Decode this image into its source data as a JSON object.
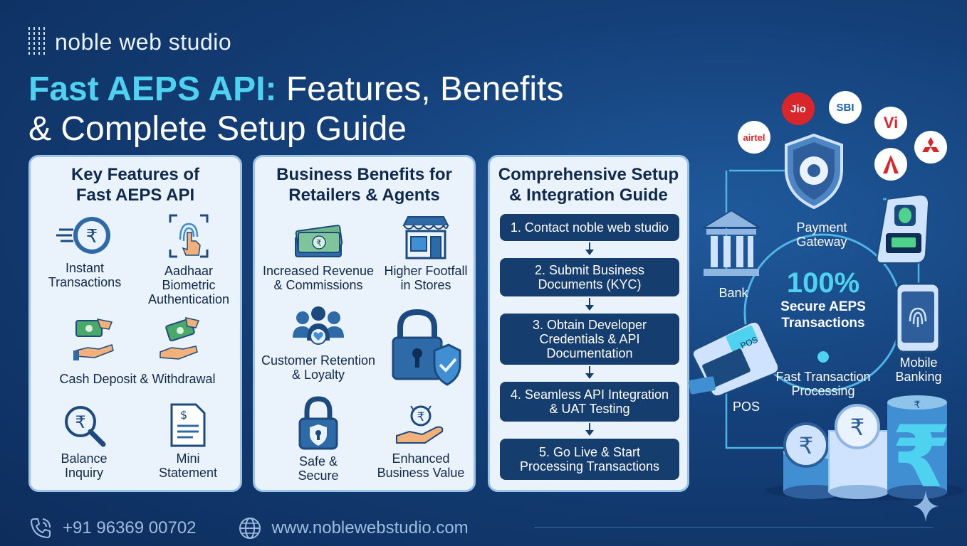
{
  "brand": {
    "name": "noble web studio"
  },
  "title": {
    "highlight": "Fast AEPS API:",
    "rest_line1": " Features, Benefits",
    "line2": "& Complete Setup Guide"
  },
  "features": {
    "heading_line1": "Key Features of",
    "heading_line2": "Fast AEPS API",
    "items": [
      {
        "line1": "Instant",
        "line2": "Transactions",
        "line3": ""
      },
      {
        "line1": "Aadhaar",
        "line2": "Biometric",
        "line3": "Authentication"
      },
      {
        "line1": "Cash Deposit & Withdrawal",
        "line2": "",
        "line3": ""
      },
      {
        "line1": "Balance",
        "line2": "Inquiry",
        "line3": ""
      },
      {
        "line1": "Mini",
        "line2": "Statement",
        "line3": ""
      }
    ]
  },
  "benefits": {
    "heading_line1": "Business Benefits for",
    "heading_line2": "Retailers & Agents",
    "items": [
      {
        "line1": "Increased Revenue",
        "line2": "& Commissions"
      },
      {
        "line1": "Higher Footfall",
        "line2": "in Stores"
      },
      {
        "line1": "Customer Retention",
        "line2": "& Loyalty"
      },
      {
        "line1": "Safe &",
        "line2": "Secure"
      },
      {
        "line1": "Enhanced",
        "line2": "Business Value"
      }
    ]
  },
  "setup": {
    "heading_line1": "Comprehensive Setup",
    "heading_line2": "& Integration Guide",
    "steps": [
      {
        "line1": "1. Contact noble web studio",
        "line2": "",
        "line3": ""
      },
      {
        "line1": "2. Submit Business",
        "line2": "Documents (KYC)",
        "line3": ""
      },
      {
        "line1": "3. Obtain Developer",
        "line2": "Credentials & API",
        "line3": "Documentation"
      },
      {
        "line1": "4. Seamless API Integration",
        "line2": "& UAT Testing",
        "line3": ""
      },
      {
        "line1": "5. Go Live & Start",
        "line2": "Processing Transactions",
        "line3": ""
      }
    ]
  },
  "ecosystem": {
    "logos": [
      "Jio",
      "SBI",
      "Vi",
      "airtel"
    ],
    "payment_gateway_line1": "Payment",
    "payment_gateway_line2": "Gateway",
    "bank": "Bank",
    "pos": "POS",
    "pos_screen": "POS",
    "mobile_banking_line1": "Mobile",
    "mobile_banking_line2": "Banking",
    "fast_line1": "Fast Transaction",
    "fast_line2": "Processing",
    "secure_pct": "100%",
    "secure_line1": "Secure AEPS",
    "secure_line2": "Transactions"
  },
  "footer": {
    "phone": "+91 96369 00702",
    "website": "www.noblewebstudio.com"
  },
  "colors": {
    "accent": "#4fd2f0",
    "panel": "#eaf2fb",
    "step": "#153d6e"
  }
}
